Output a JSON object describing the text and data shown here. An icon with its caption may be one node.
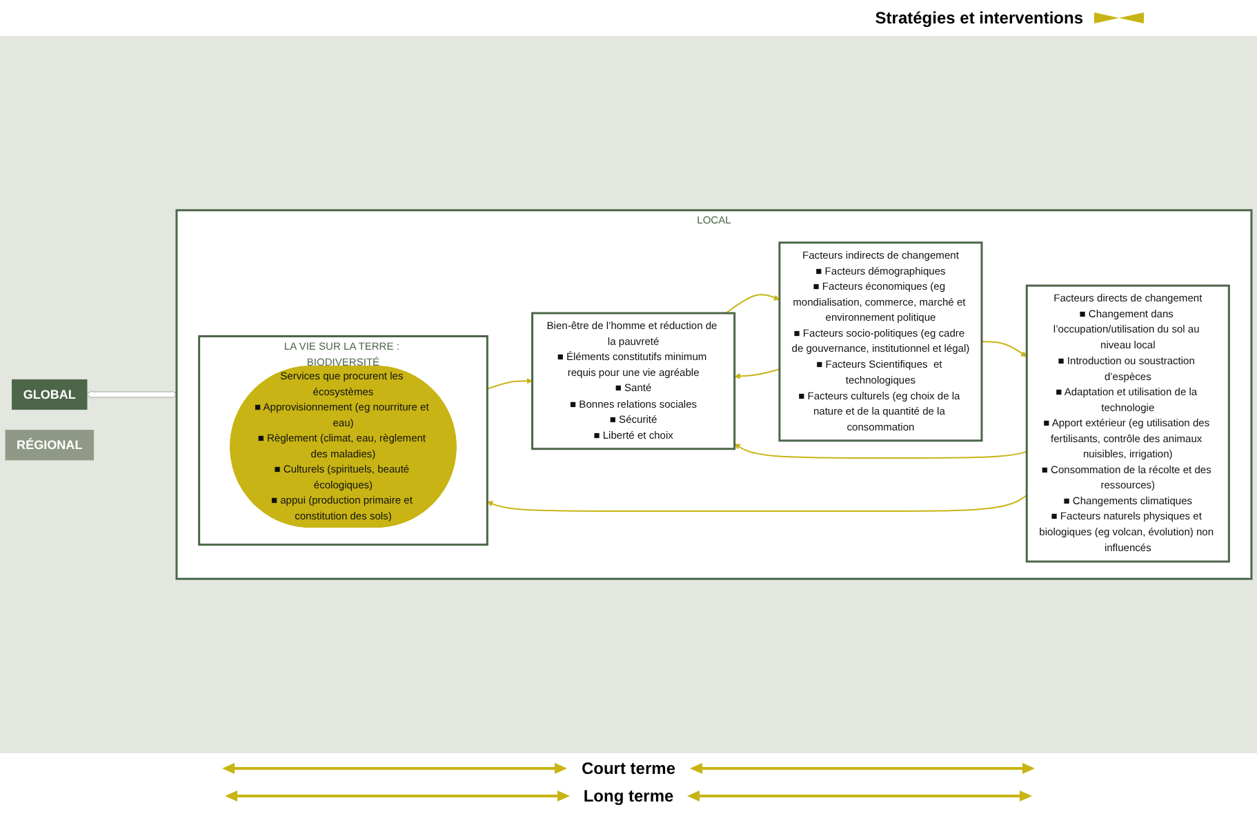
{
  "diagram": {
    "nodes": [
      {
        "text": [
          "GLOBAL"
        ]
      },
      {
        "text": [
          "RÉGIONAL"
        ]
      },
      {
        "text": [
          "LOCAL"
        ]
      },
      {
        "text": [
          "Bien-être de l’homme et réduction de la pauvreté",
          "■ Éléments constitutifs minimum requis pour une vie agréable",
          "■ Santé",
          "■ Bonnes relations sociales",
          "■ Sécurité",
          "■ Liberté et choix"
        ],
        "in": 2
      },
      {
        "text": [
          "Facteurs indirects de changement",
          "■ Facteurs démographiques",
          "■ Facteurs économiques (eg mondialisation, commerce, marché et environnement politique",
          "■ Facteurs socio-politiques (eg cadre de gouvernance, institutionnel et légal)",
          "■ Facteurs Scientifiques  et technologiques",
          "■ Facteurs culturels (eg choix de la nature et de la quantité de la consommation"
        ],
        "in": 2
      },
      {
        "text": [
          "LA VIE SUR LA TERRE : BIODIVERSITÉ"
        ],
        "in": 2
      },
      {
        "text": [
          "Services que procurent les écosystèmes",
          "■ Approvisionnement (eg nourriture et eau)",
          "■ Règlement (climat, eau, règlement des maladies)",
          "■ Culturels (spirituels, beauté écologiques)",
          "■ appui (production primaire et constitution des sols)"
        ],
        "in": 5
      },
      {
        "text": [
          "Facteurs directs de changement",
          "■ Changement dans l’occupation/utilisation du sol au niveau local",
          "■ Introduction ou soustraction d’espèces",
          "■ Adaptation et utilisation de la technologie",
          "■ Apport extérieur (eg utilisation des fertilisants, contrôle des animaux nuisibles, irrigation)",
          "■ Consommation de la récolte et des ressources)",
          "■ Changements climatiques",
          "■ Facteurs naturels physiques et biologiques (eg volcan, évolution) non influencés"
        ],
        "in": 2
      }
    ],
    "edges": [
      {
        "from": 0,
        "to": 2,
        "arrow": "both",
        "style": "thick",
        "color": "#ffffff"
      },
      {
        "from": 3,
        "to": 4,
        "arrow": "to"
      },
      {
        "from": 4,
        "to": 3,
        "arrow": "to"
      },
      {
        "from": 4,
        "to": 7,
        "arrow": "to"
      },
      {
        "from": 7,
        "to": 3,
        "arrow": "to"
      },
      {
        "from": 7,
        "to": 5,
        "arrow": "to"
      },
      {
        "from": 5,
        "to": 3,
        "arrow": "to"
      }
    ],
    "labels": [
      "Court terme",
      "Long terme"
    ],
    "legend": [
      {
        "text": "Stratégies et interventions"
      }
    ]
  }
}
